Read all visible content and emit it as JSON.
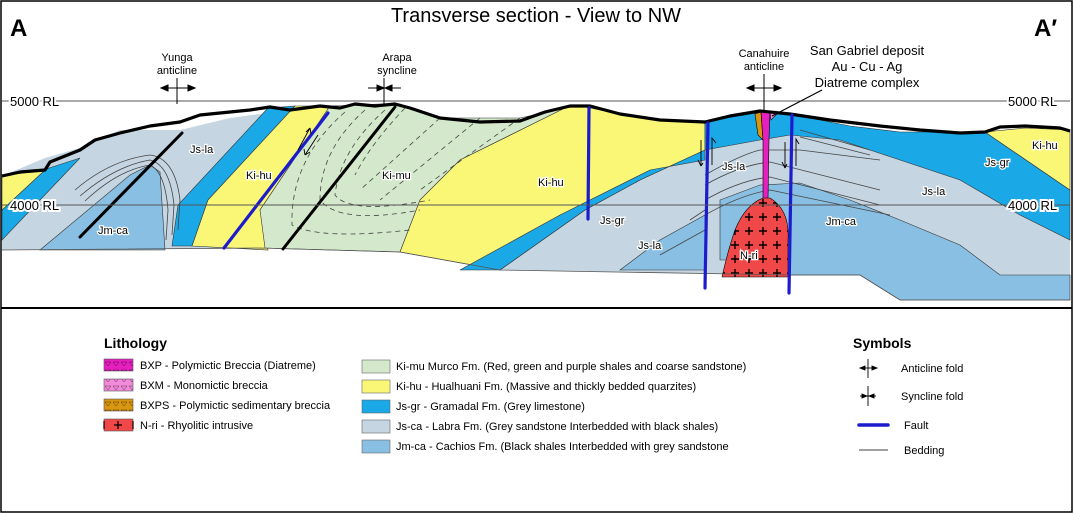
{
  "title": "Transverse section - View to NW",
  "section_start": "A",
  "section_end": "A′",
  "elevation_lines": [
    {
      "label": "5000 RL",
      "value": 5000
    },
    {
      "label": "4000 RL",
      "value": 4000
    }
  ],
  "structures": {
    "yunga": {
      "line1": "Yunga",
      "line2": "anticline",
      "type": "anticline"
    },
    "arapa": {
      "line1": "Arapa",
      "line2": "syncline",
      "type": "syncline"
    },
    "canahuire": {
      "line1": "Canahuire",
      "line2": "anticline",
      "type": "anticline"
    }
  },
  "deposit_callout": {
    "line1": "San Gabriel deposit",
    "line2": "Au - Cu - Ag",
    "line3": "Diatreme complex"
  },
  "unit_labels": {
    "js_la_left": "Js-la",
    "jm_ca_left": "Jm-ca",
    "ki_hu_left": "Ki-hu",
    "ki_mu": "Ki-mu",
    "ki_hu_mid": "Ki-hu",
    "js_gr_mid": "Js-gr",
    "js_la_mid": "Js-la",
    "js_la_core": "Js-la",
    "n_ri": "N-ri",
    "jm_ca_right": "Jm-ca",
    "js_la_right": "Js-la",
    "js_gr_right": "Js-gr",
    "ki_hu_right": "Ki-hu"
  },
  "colors": {
    "bxp": "#e61fbf",
    "bxm": "#f28ad9",
    "bxps": "#d9960f",
    "n_ri": "#f04848",
    "ki_mu": "#d4e9cc",
    "ki_hu": "#fbf776",
    "js_gr": "#1aa9e6",
    "js_la": "#c5d6e2",
    "jm_ca": "#89bfe2",
    "fault": "#1c1ccc",
    "outline": "#000000"
  },
  "legend": {
    "lithology_title": "Lithology",
    "lithology_left": [
      {
        "code": "bxp",
        "label": "BXP - Polymictic Breccia (Diatreme)",
        "pattern": "triangles"
      },
      {
        "code": "bxm",
        "label": "BXM - Monomictic breccia",
        "pattern": "triangles"
      },
      {
        "code": "bxps",
        "label": "BXPS - Polymictic sedimentary breccia",
        "pattern": "triangles"
      },
      {
        "code": "n_ri",
        "label": "N-ri - Rhyolitic intrusive",
        "pattern": "crosses"
      }
    ],
    "lithology_right": [
      {
        "code": "ki_mu",
        "label": "Ki-mu  Murco Fm. (Red, green and purple shales and coarse sandstone)"
      },
      {
        "code": "ki_hu",
        "label": "Ki-hu - Hualhuani Fm. (Massive and thickly bedded quarzites)"
      },
      {
        "code": "js_gr",
        "label": "Js-gr - Gramadal Fm. (Grey limestone)"
      },
      {
        "code": "js_la",
        "label": "Js-ca - Labra Fm. (Grey sandstone Interbedded with black shales)"
      },
      {
        "code": "jm_ca",
        "label": "Jm-ca - Cachios Fm. (Black shales Interbedded with grey sandstone"
      }
    ],
    "symbols_title": "Symbols",
    "symbols": [
      {
        "icon": "anticline-fold-icon",
        "label": "Anticline fold"
      },
      {
        "icon": "syncline-fold-icon",
        "label": "Syncline fold"
      },
      {
        "icon": "fault-line-icon",
        "label": "Fault"
      },
      {
        "icon": "bedding-line-icon",
        "label": "Bedding"
      }
    ]
  }
}
